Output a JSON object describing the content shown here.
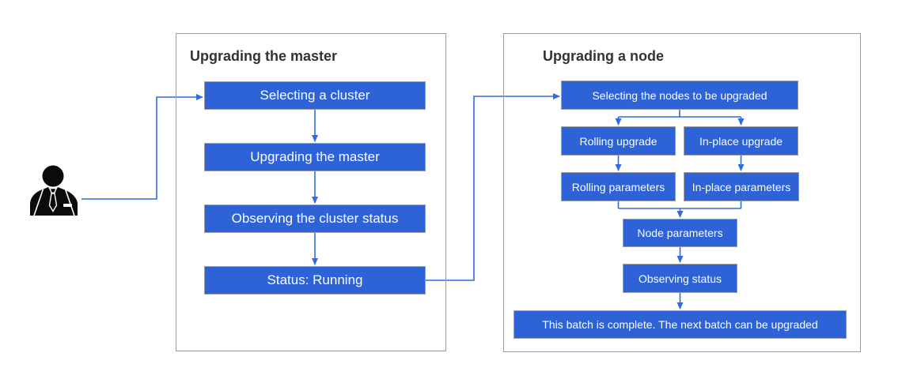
{
  "colors": {
    "box_fill": "#2d63d7",
    "box_border": "#9e9e9e",
    "line": "#2f6ce0",
    "panel_border": "#9c9c9c",
    "title_text": "#333333",
    "box_text": "#fdfdfd",
    "actor": "#0b0b0b",
    "canvas_bg": "#ffffff"
  },
  "icons": {
    "actor": "business-user-icon"
  },
  "panels": {
    "master": {
      "title": "Upgrading the master",
      "steps": [
        "Selecting a cluster",
        "Upgrading the master",
        "Observing the cluster status",
        "Status: Running"
      ]
    },
    "node": {
      "title": "Upgrading a node",
      "select_nodes": "Selecting the nodes to be upgraded",
      "rolling_upgrade": "Rolling upgrade",
      "inplace_upgrade": "In-place upgrade",
      "rolling_parameters": "Rolling parameters",
      "inplace_parameters": "In-place parameters",
      "node_parameters": "Node parameters",
      "observing_status": "Observing status",
      "batch_complete": "This batch is complete. The next batch can be upgraded"
    }
  }
}
